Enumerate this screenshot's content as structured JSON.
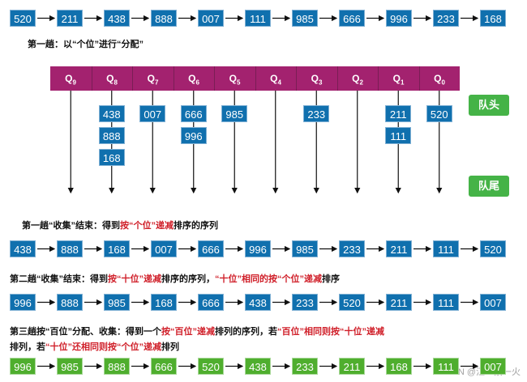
{
  "rows": {
    "initial": [
      "520",
      "211",
      "438",
      "888",
      "007",
      "111",
      "985",
      "666",
      "996",
      "233",
      "168"
    ],
    "pass1_result": [
      "438",
      "888",
      "168",
      "007",
      "666",
      "996",
      "985",
      "233",
      "211",
      "111",
      "520"
    ],
    "pass2_result": [
      "996",
      "888",
      "985",
      "168",
      "666",
      "438",
      "233",
      "520",
      "211",
      "111",
      "007"
    ],
    "pass3_result": [
      "996",
      "985",
      "888",
      "666",
      "520",
      "438",
      "233",
      "211",
      "168",
      "111",
      "007"
    ]
  },
  "labels": {
    "pass1_title": "第一趟：以“个位”进行“分配”",
    "pass1_collect": [
      {
        "t": "第一趟“收集”结束：得到"
      },
      {
        "t": "按“个位”递减",
        "red": true
      },
      {
        "t": "排序的序列"
      }
    ],
    "pass2_collect": [
      {
        "t": "第二趟“收集”结束：得到"
      },
      {
        "t": "按“十位”递减",
        "red": true
      },
      {
        "t": "排序的序列，"
      },
      {
        "t": "“十位”相同的按“个位”递减",
        "red": true
      },
      {
        "t": "排序"
      }
    ],
    "pass3_line1": [
      {
        "t": "第三趟按“百位”分配、收集：得到一个"
      },
      {
        "t": "按“百位”递减",
        "red": true
      },
      {
        "t": "排列的序列，若"
      },
      {
        "t": "“百位”相同则按“十位”递减",
        "red": true
      }
    ],
    "pass3_line2": [
      {
        "t": "排列，若"
      },
      {
        "t": "“十位”还相同则按“个位”递减",
        "red": true
      },
      {
        "t": "排列"
      }
    ]
  },
  "queues": [
    {
      "name": "Q",
      "sub": "9",
      "items": []
    },
    {
      "name": "Q",
      "sub": "8",
      "items": [
        "438",
        "888",
        "168"
      ]
    },
    {
      "name": "Q",
      "sub": "7",
      "items": [
        "007"
      ]
    },
    {
      "name": "Q",
      "sub": "6",
      "items": [
        "666",
        "996"
      ]
    },
    {
      "name": "Q",
      "sub": "5",
      "items": [
        "985"
      ]
    },
    {
      "name": "Q",
      "sub": "4",
      "items": []
    },
    {
      "name": "Q",
      "sub": "3",
      "items": [
        "233"
      ]
    },
    {
      "name": "Q",
      "sub": "2",
      "items": []
    },
    {
      "name": "Q",
      "sub": "1",
      "items": [
        "211",
        "111"
      ]
    },
    {
      "name": "Q",
      "sub": "0",
      "items": [
        "520"
      ]
    }
  ],
  "tags": {
    "head": "队头",
    "tail": "队尾"
  },
  "watermark": "CSDN @江一景一火",
  "colors": {
    "blue": "#1070ae",
    "green": "#4fae2e",
    "queue": "#a3226f",
    "tag": "#45b347",
    "red": "#d0202a"
  }
}
